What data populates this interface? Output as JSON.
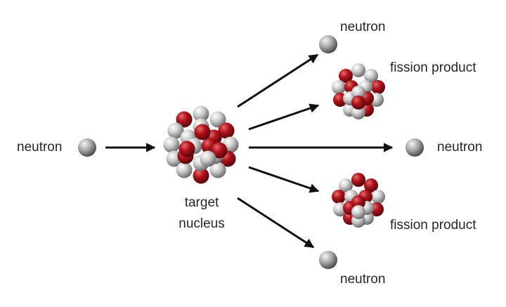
{
  "labels": {
    "incoming_neutron": "neutron",
    "target_nucleus_line1": "target",
    "target_nucleus_line2": "nucleus",
    "top_neutron": "neutron",
    "upper_fission_product": "fission product",
    "middle_neutron": "neutron",
    "lower_fission_product": "fission product",
    "bottom_neutron": "neutron"
  },
  "colors": {
    "proton": "#b3121b",
    "neutron_particle": "#c9c9c9",
    "arrow": "#111111",
    "text": "#262626"
  }
}
